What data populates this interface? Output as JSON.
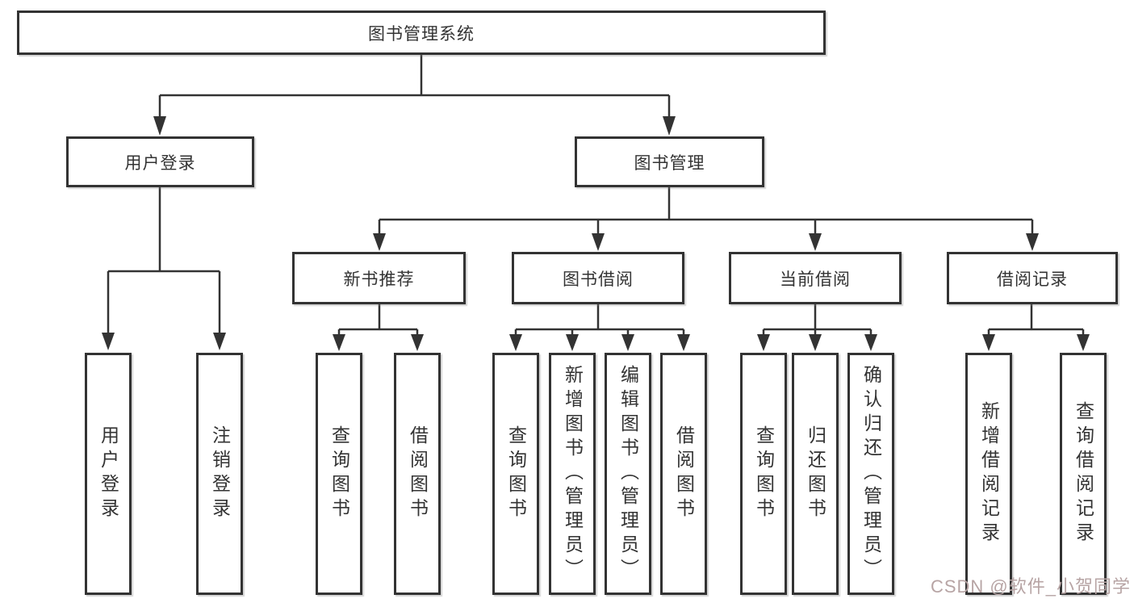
{
  "diagram": {
    "root": {
      "label": "图书管理系统"
    },
    "level1": [
      {
        "label": "用户登录"
      },
      {
        "label": "图书管理"
      }
    ],
    "level2": [
      {
        "label": "新书推荐"
      },
      {
        "label": "图书借阅"
      },
      {
        "label": "当前借阅"
      },
      {
        "label": "借阅记录"
      }
    ],
    "leaves": {
      "user_login": [
        "用户登录",
        "注销登录"
      ],
      "new_book": [
        "查询图书",
        "借阅图书"
      ],
      "book_borrow": [
        "查询图书",
        "新增图书（管理员）",
        "编辑图书（管理员）",
        "借阅图书"
      ],
      "current_borrow": [
        "查询图书",
        "归还图书",
        "确认归还（管理员）"
      ],
      "borrow_records": [
        "新增借阅记录",
        "查询借阅记录"
      ]
    },
    "watermark": "CSDN @软件_小贺同学",
    "colors": {
      "line": "#333333",
      "text": "#333333",
      "watermark": "#b7a4a4",
      "background": "#ffffff"
    }
  }
}
